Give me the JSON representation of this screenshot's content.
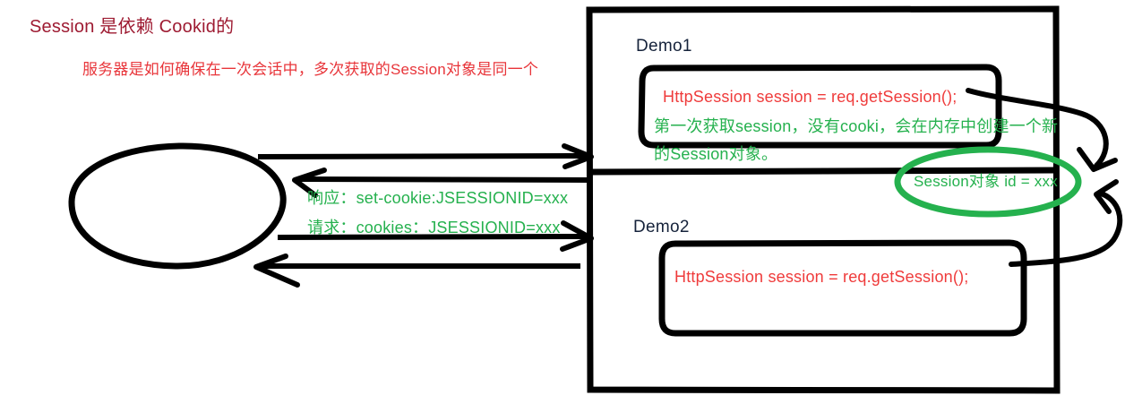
{
  "diagram": {
    "title": "Session 是依赖 Cookid的",
    "subtitle": "服务器是如何确保在一次会话中，多次获取的Session对象是同一个",
    "colors": {
      "title_red": "#9e1b32",
      "code_red": "#ef3b3b",
      "note_green": "#25b14e",
      "stroke_black": "#000000",
      "label_navy": "#16233b",
      "background": "#ffffff"
    },
    "client": {
      "shape_name": "browser-ellipse",
      "label": ""
    },
    "server": {
      "shape_name": "server-rectangle",
      "sections": [
        {
          "label": "Demo1",
          "code": "HttpSession session = req.getSession();",
          "notes": [
            "第一次获取session，没有cooki，会在内存中创建一个新",
            "的Session对象。"
          ]
        },
        {
          "label": "Demo2",
          "code": "HttpSession session = req.getSession();",
          "notes": []
        }
      ],
      "session_object": {
        "label": "Session对象   id = xxx",
        "shape_name": "session-ellipse"
      }
    },
    "arrows": [
      {
        "name": "arrow-request-1",
        "direction": "right",
        "label": ""
      },
      {
        "name": "arrow-response-1",
        "direction": "left",
        "label": "响应：set-cookie:JSESSIONID=xxx"
      },
      {
        "name": "arrow-request-2",
        "direction": "right",
        "label": "请求：cookies：JSESSIONID=xxx"
      },
      {
        "name": "arrow-response-2",
        "direction": "left",
        "label": ""
      },
      {
        "name": "arrow-demo1-to-session",
        "direction": "curve",
        "label": ""
      },
      {
        "name": "arrow-demo2-to-session",
        "direction": "curve",
        "label": ""
      }
    ]
  }
}
